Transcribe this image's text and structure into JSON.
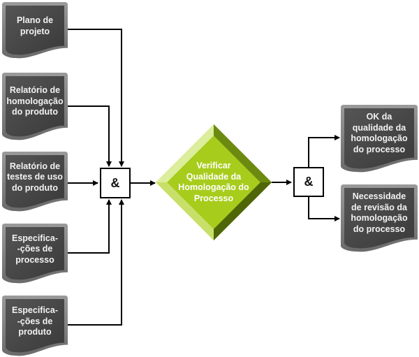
{
  "inputs": [
    {
      "label": "Plano de\nprojeto"
    },
    {
      "label": "Relatório de\nhomologação\ndo produto"
    },
    {
      "label": "Relatório de\ntestes de uso\ndo produto"
    },
    {
      "label": "Especifica-\n-ções de\nprocesso"
    },
    {
      "label": "Especifica-\n-ções de\nproduto"
    }
  ],
  "gate_in": {
    "label": "&"
  },
  "process": {
    "label": "Verificar\nQualidade da\nHomologação do\nProcesso",
    "color": "#a8cc1c"
  },
  "gate_out": {
    "label": "&"
  },
  "outputs": [
    {
      "label": "OK da\nqualidade da\nhomologação\ndo processo"
    },
    {
      "label": "Necessidade\nde revisão da\nhomologação\ndo processo"
    }
  ]
}
